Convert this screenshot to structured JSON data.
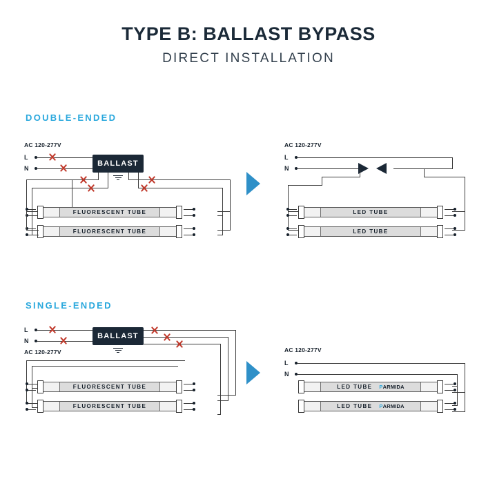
{
  "header": {
    "title": "TYPE B: BALLAST BYPASS",
    "subtitle": "DIRECT INSTALLATION"
  },
  "colors": {
    "accent_cyan": "#2aa8dd",
    "arrow_blue": "#2f90c8",
    "ballast_navy": "#1b2836",
    "x_red": "#c0392b",
    "ink": "#16202b"
  },
  "sections": [
    {
      "heading": "DOUBLE-ENDED",
      "before": {
        "supply_label": "AC 120-277V",
        "terminals": [
          "L",
          "N"
        ],
        "ballast_label": "BALLAST",
        "tubes": [
          {
            "label": "FLUORESCENT TUBE"
          },
          {
            "label": "FLUORESCENT TUBE"
          }
        ],
        "cut_marks": 6
      },
      "after": {
        "supply_label": "AC 120-277V",
        "terminals": [
          "L",
          "N"
        ],
        "tubes": [
          {
            "label": "LED TUBE",
            "brand": null
          },
          {
            "label": "LED TUBE",
            "brand": null
          }
        ],
        "connectors": 2
      }
    },
    {
      "heading": "SINGLE-ENDED",
      "before": {
        "supply_label": "AC 120-277V",
        "terminals": [
          "L",
          "N"
        ],
        "ballast_label": "BALLAST",
        "tubes": [
          {
            "label": "FLUORESCENT TUBE"
          },
          {
            "label": "FLUORESCENT TUBE"
          }
        ],
        "cut_marks": 5
      },
      "after": {
        "supply_label": "AC 120-277V",
        "terminals": [
          "L",
          "N"
        ],
        "tubes": [
          {
            "label": "LED TUBE",
            "brand_prefix": "P",
            "brand_rest": "ARMIDA"
          },
          {
            "label": "LED TUBE",
            "brand_prefix": "P",
            "brand_rest": "ARMIDA"
          }
        ]
      }
    }
  ]
}
